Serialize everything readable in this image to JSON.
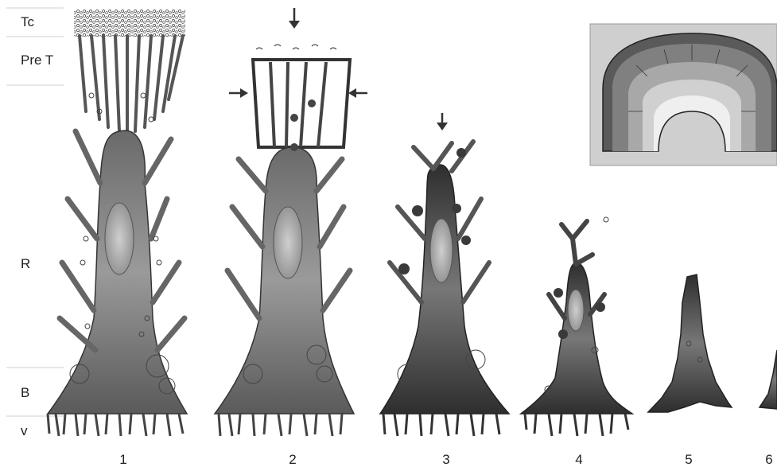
{
  "zones": [
    {
      "id": "tc",
      "label": "Tc"
    },
    {
      "id": "pret",
      "label": "Pre T"
    },
    {
      "id": "r",
      "label": "R"
    },
    {
      "id": "b",
      "label": "B"
    },
    {
      "id": "v",
      "label": "v"
    }
  ],
  "stages": [
    "1",
    "2",
    "3",
    "4",
    "5",
    "6"
  ],
  "colors": {
    "cell_dark": "#3a3a3a",
    "cell_mid": "#8a8a8a",
    "cell_light": "#c8c8c8",
    "inset_bg": "#cfcfcf",
    "outline": "#222222"
  }
}
